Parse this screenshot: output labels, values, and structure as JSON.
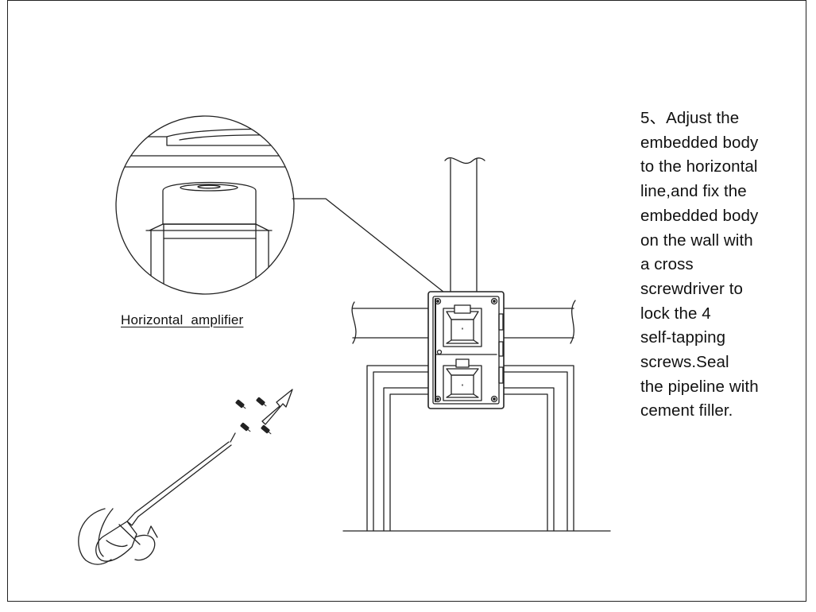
{
  "caption": "Horizontal  amplifier",
  "instruction_lines": [
    "5、Adjust the",
    "embedded body",
    "to the horizontal",
    "line,and fix the",
    "embedded body",
    "on the wall with",
    "a cross",
    "screwdriver to",
    "lock the 4",
    "self-tapping",
    "screws.Seal",
    "the pipeline with",
    "cement filler."
  ],
  "colors": {
    "line": "#222222",
    "background": "#ffffff"
  },
  "icons": [
    "screw-icon",
    "screwdriver-icon",
    "rotation-arrow-icon",
    "direction-arrow-icon"
  ]
}
